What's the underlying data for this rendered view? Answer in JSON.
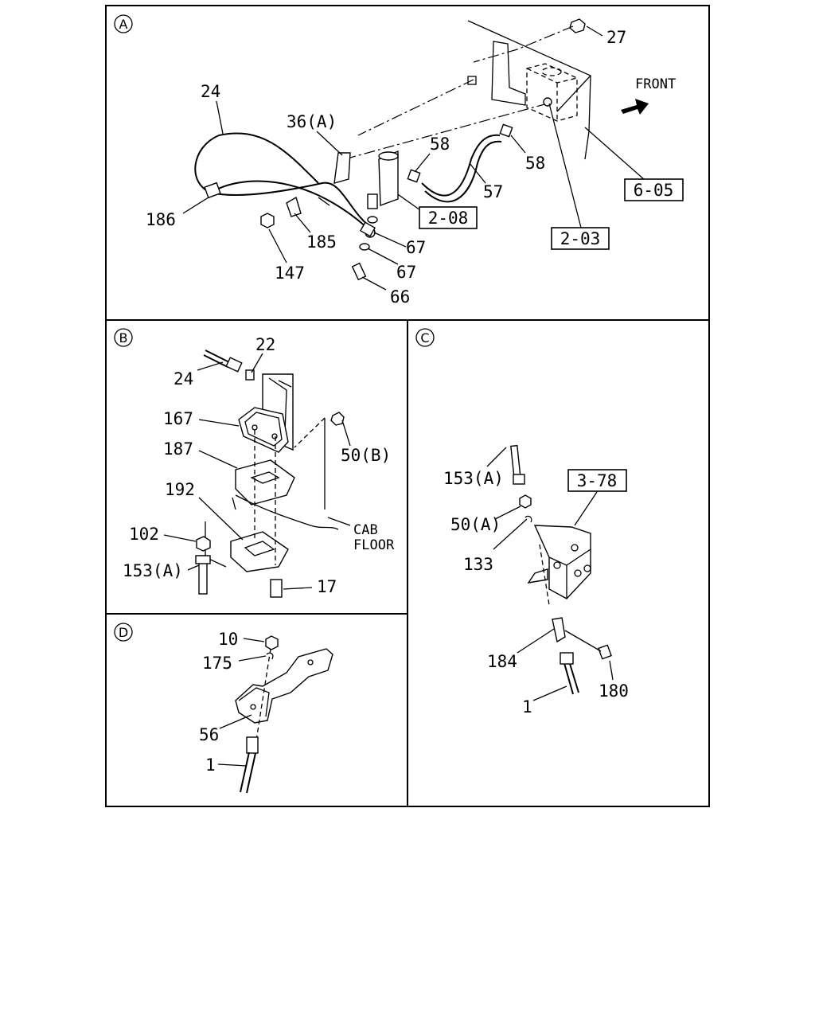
{
  "sections": {
    "A": {
      "marker": "A"
    },
    "B": {
      "marker": "B"
    },
    "C": {
      "marker": "C"
    },
    "D": {
      "marker": "D"
    }
  },
  "callouts": {
    "a_27": "27",
    "a_front": "FRONT",
    "a_24": "24",
    "a_36a": "36(A)",
    "a_58_left": "58",
    "a_58_right": "58",
    "a_57": "57",
    "a_605": "6-05",
    "a_208": "2-08",
    "a_186": "186",
    "a_185": "185",
    "a_67_top": "67",
    "a_67_bot": "67",
    "a_147": "147",
    "a_203": "2-03",
    "a_66": "66",
    "b_22": "22",
    "b_24": "24",
    "b_167": "167",
    "b_187": "187",
    "b_50b": "50(B)",
    "b_192": "192",
    "b_cab": "CAB",
    "b_floor": "FLOOR",
    "b_102": "102",
    "b_153a": "153(A)",
    "b_17": "17",
    "c_153a": "153(A)",
    "c_378": "3-78",
    "c_50a": "50(A)",
    "c_133": "133",
    "c_184": "184",
    "c_180": "180",
    "c_1": "1",
    "d_10": "10",
    "d_175": "175",
    "d_56": "56",
    "d_1": "1"
  }
}
